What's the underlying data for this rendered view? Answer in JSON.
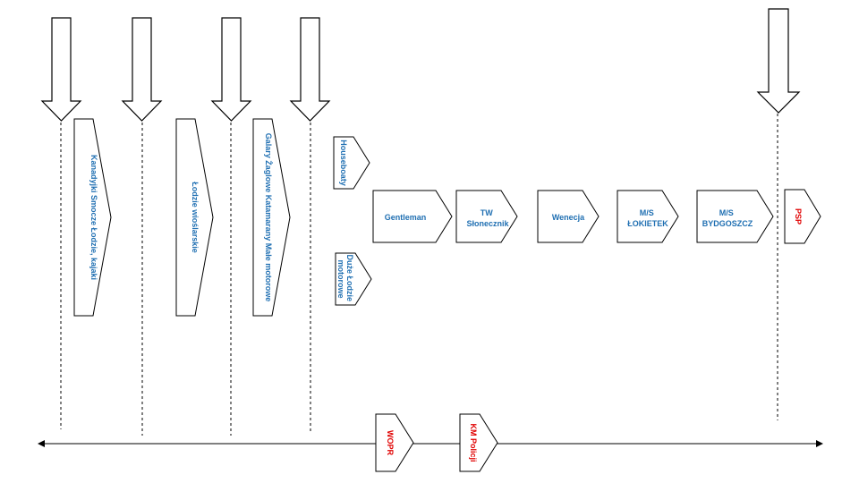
{
  "colors": {
    "blue_text": "#1f6fb2",
    "red_text": "#e00000",
    "stroke": "#000000"
  },
  "vertical_boxes": [
    {
      "label": "Kanadyjki Smocze Łodzie, kajaki"
    },
    {
      "label": "Łodzie wioślarskie"
    },
    {
      "label": "Galary Żaglowe Katamarany Małe motorowe"
    },
    {
      "label": "Houseboaty"
    },
    {
      "label": "Duże Łodzie motorowe"
    }
  ],
  "chain": [
    {
      "lines": [
        "Gentleman"
      ]
    },
    {
      "lines": [
        "TW",
        "Słonecznik"
      ]
    },
    {
      "lines": [
        "Wenecja"
      ]
    },
    {
      "lines": [
        "M/S",
        "ŁOKIETEK"
      ]
    },
    {
      "lines": [
        "M/S",
        "BYDGOSZCZ"
      ]
    }
  ],
  "psp": {
    "label": "PSP"
  },
  "bottom": [
    {
      "label": "WOPR"
    },
    {
      "label": "KM Policji"
    }
  ]
}
